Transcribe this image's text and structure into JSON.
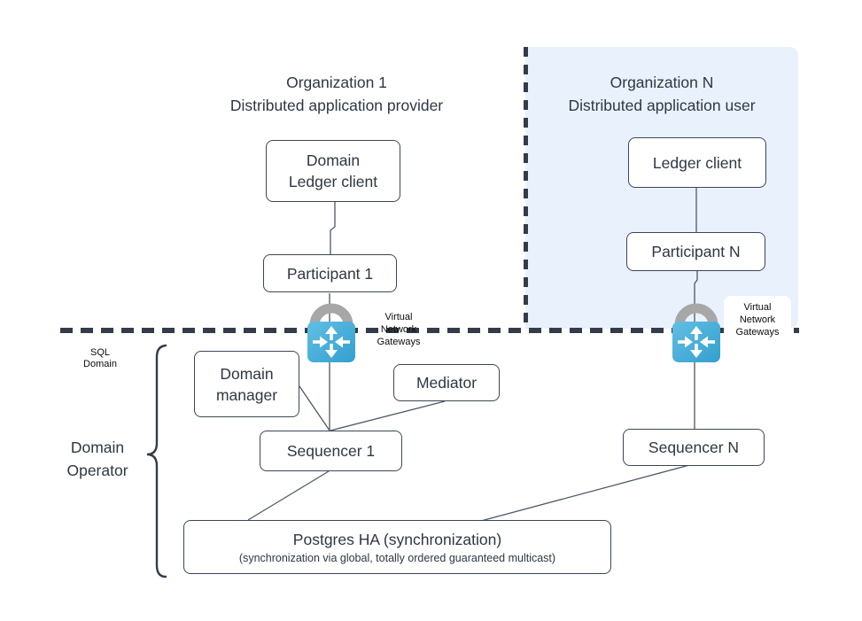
{
  "headings": {
    "org1": "Organization 1\nDistributed application provider",
    "orgN": "Organization N\nDistributed application user"
  },
  "nodes": {
    "domain_ledger_client": {
      "label": "Domain\nLedger client"
    },
    "participant_1": {
      "label": "Participant 1"
    },
    "ledger_client": {
      "label": "Ledger client"
    },
    "participant_n": {
      "label": "Participant N"
    },
    "domain_manager": {
      "label": "Domain\nmanager"
    },
    "mediator": {
      "label": "Mediator"
    },
    "sequencer_1": {
      "label": "Sequencer 1"
    },
    "sequencer_n": {
      "label": "Sequencer N"
    },
    "postgres": {
      "title": "Postgres HA (synchronization)",
      "subtitle": "(synchronization via global, totally ordered guaranteed multicast)"
    }
  },
  "labels": {
    "vng_left": "Virtual\nNetwork\nGateways",
    "vng_right": "Virtual\nNetwork\nGateways",
    "sql_domain": "SQL\nDomain",
    "domain_operator": "Domain\nOperator"
  },
  "icons": {
    "vpn_gateway_lock": "lock with four-way network arrows (virtual network gateway)"
  },
  "colors": {
    "org_n_region_bg": "#e9f1fc",
    "node_border": "#3d4654",
    "text": "#2f3744",
    "dashed_boundary": "#333c48",
    "connector": "#4e5863",
    "lock_blue_light": "#62bfe3",
    "lock_blue_dark": "#339fd0",
    "lock_shackle_gray": "#a7a7a7"
  }
}
